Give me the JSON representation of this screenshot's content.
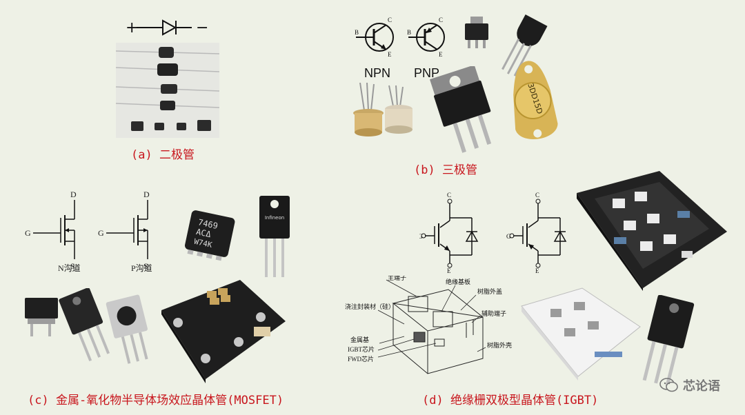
{
  "captions": {
    "a": "(a) 二极管",
    "b": "(b) 三极管",
    "c": "(c) 金属-氧化物半导体场效应晶体管(MOSFET)",
    "d": "(d) 绝缘栅双极型晶体管(IGBT)"
  },
  "diode_symbol": {
    "plus": "+",
    "minus": "−"
  },
  "bjt": {
    "npn": "NPN",
    "pnp": "PNP",
    "pins": {
      "b": "B",
      "c": "C",
      "e": "E"
    },
    "to92_marking": "",
    "to3_marking": "3DD15D"
  },
  "mosfet": {
    "g": "G",
    "d": "D",
    "s": "S",
    "n_channel": "N沟道",
    "p_channel": "P沟道",
    "chip_marking": [
      "7469",
      "ACΔ",
      "W74K"
    ],
    "to220_brand": "Infineon"
  },
  "igbt": {
    "c": "C",
    "g": "G",
    "e": "E",
    "structure_labels": {
      "terminal": "主端子",
      "potting": "浇注封装材（硅）",
      "insulating_substrate": "绝缘基板",
      "resin_cover": "树脂外盖",
      "aux_terminal": "辅助端子",
      "metal_base": "金属基",
      "igbt_chip": "IGBT芯片",
      "fwd_chip": "FWD芯片",
      "resin_case": "树脂外壳"
    }
  },
  "watermark": "芯论语"
}
